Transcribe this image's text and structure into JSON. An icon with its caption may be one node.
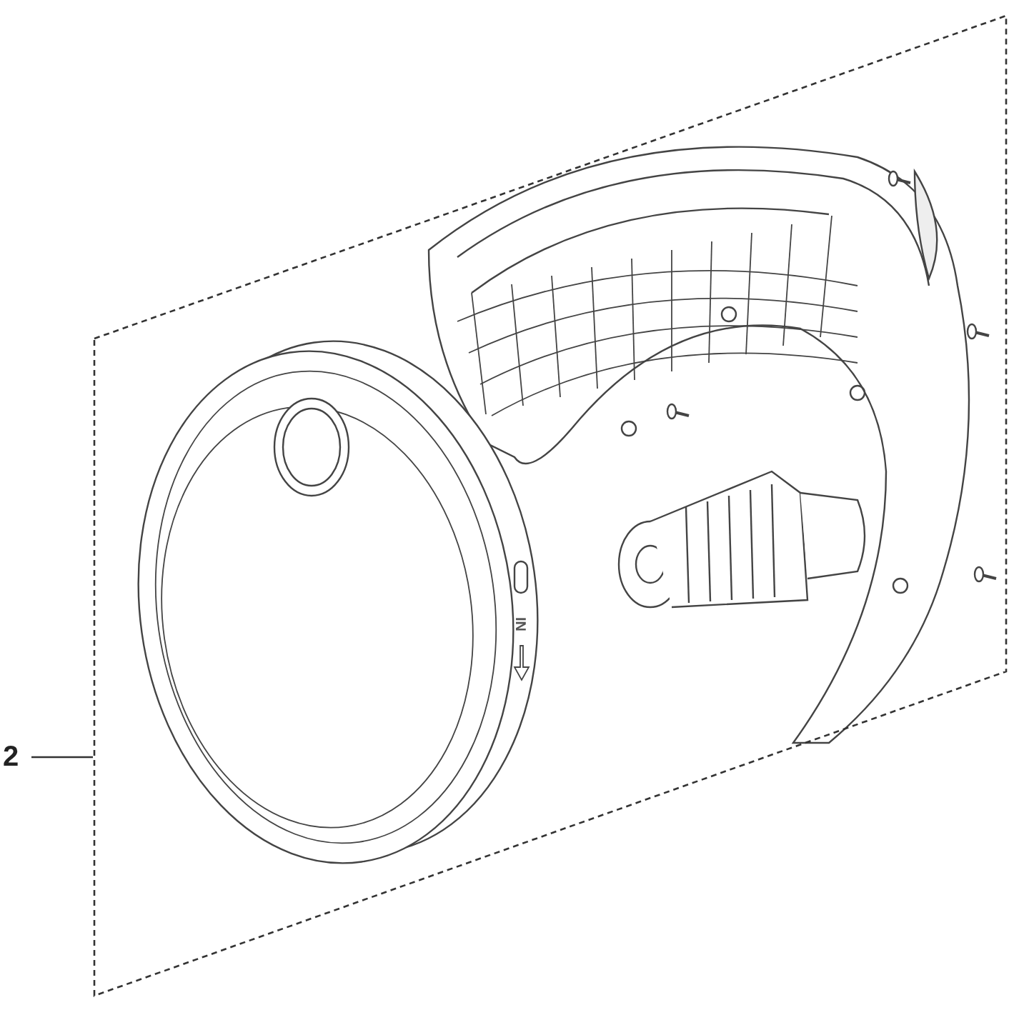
{
  "diagram": {
    "nodes": [
      {
        "text": [
          "2"
        ]
      },
      {
        "text": [],
        "shape": "box"
      }
    ],
    "edges": [
      {
        "from": 0,
        "to": 1,
        "arrow": "none"
      }
    ],
    "labels": [
      "IN"
    ]
  }
}
